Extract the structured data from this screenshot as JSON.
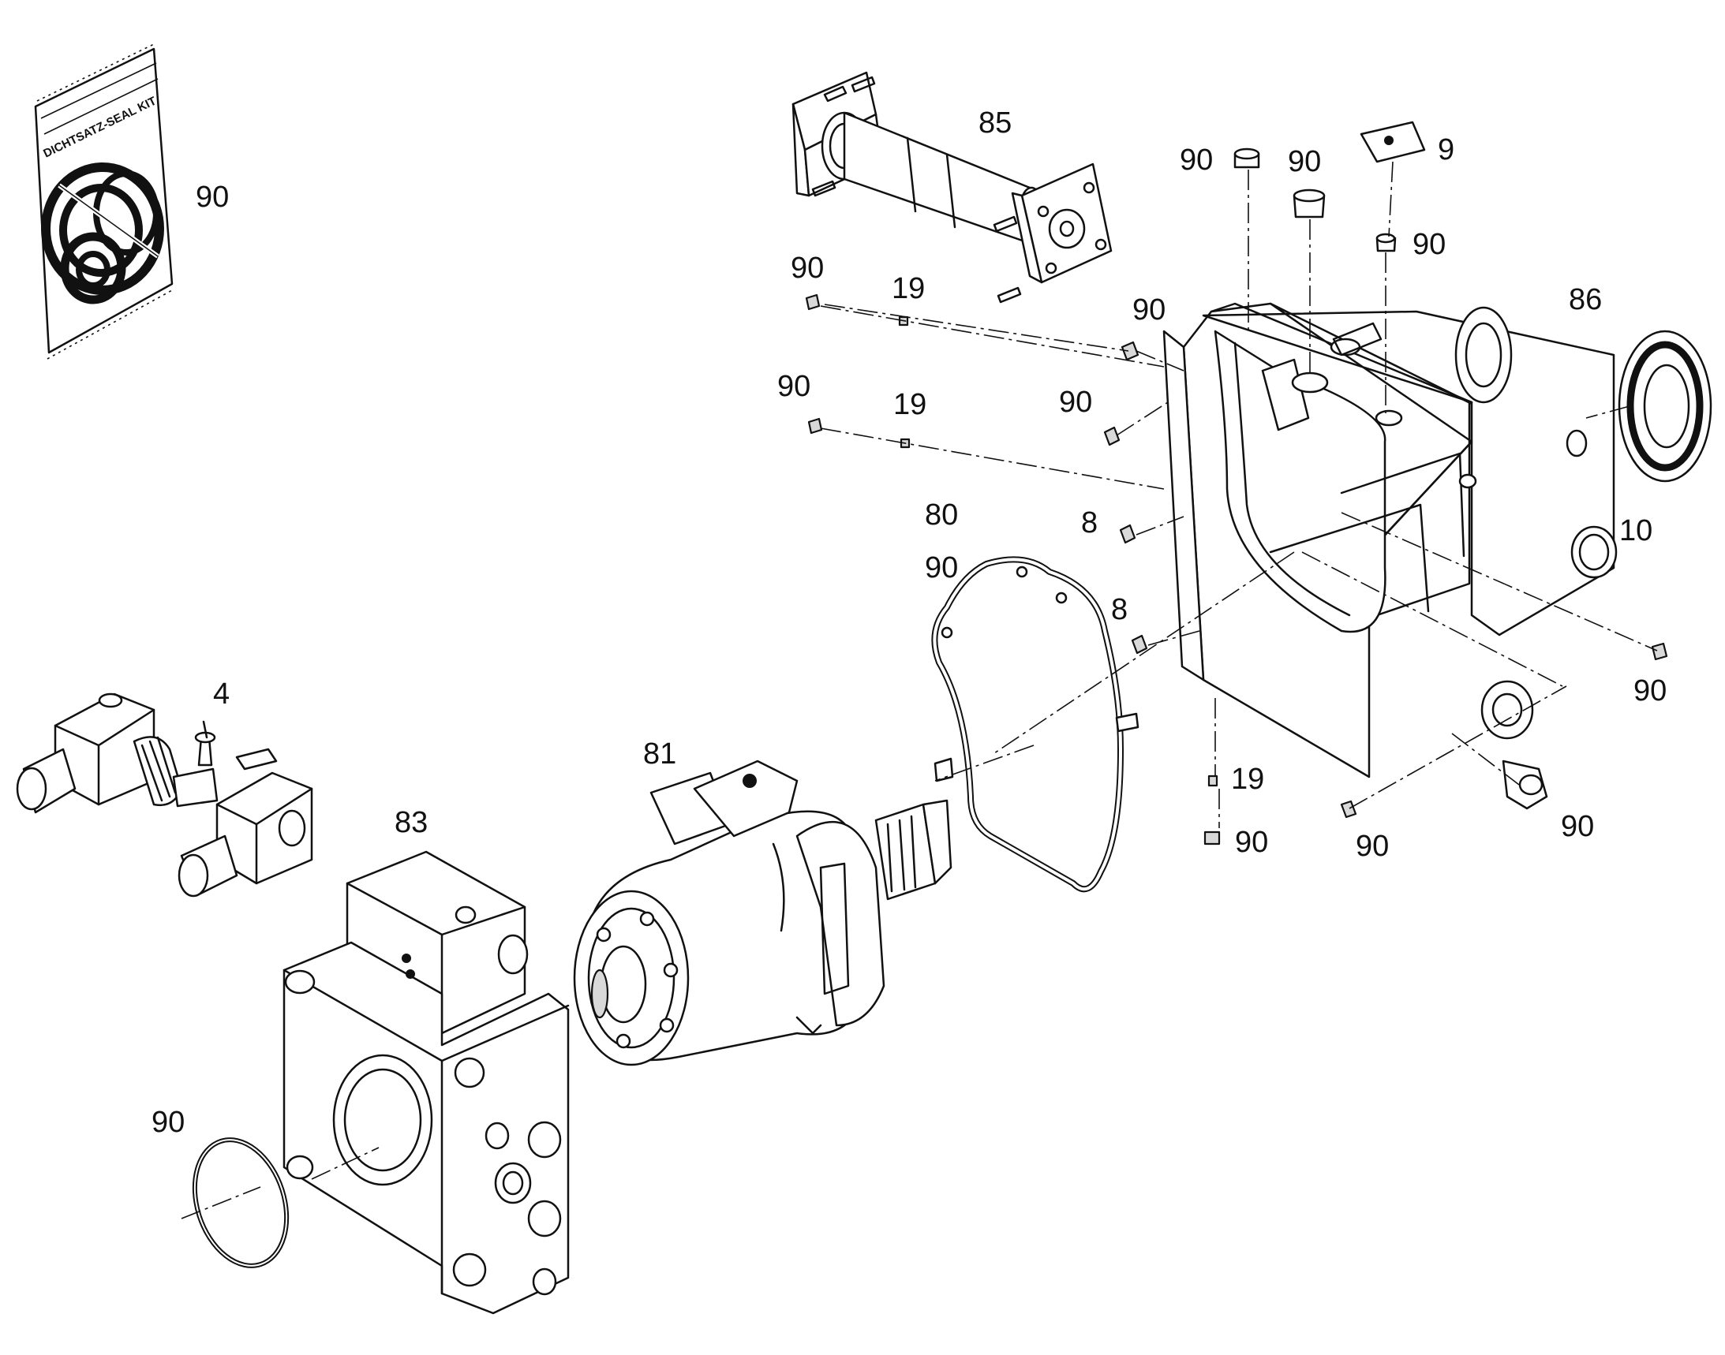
{
  "seal_kit": {
    "text": "DICHTSATZ-SEAL KIT"
  },
  "callouts": [
    {
      "id": "c-90-sealkit",
      "text": "90"
    },
    {
      "id": "c-85",
      "text": "85"
    },
    {
      "id": "c-90-top1",
      "text": "90"
    },
    {
      "id": "c-90-top2",
      "text": "90"
    },
    {
      "id": "c-9",
      "text": "9"
    },
    {
      "id": "c-90-top3",
      "text": "90"
    },
    {
      "id": "c-90-a",
      "text": "90"
    },
    {
      "id": "c-19-a",
      "text": "19"
    },
    {
      "id": "c-90-b",
      "text": "90"
    },
    {
      "id": "c-86",
      "text": "86"
    },
    {
      "id": "c-90-c",
      "text": "90"
    },
    {
      "id": "c-19-b",
      "text": "19"
    },
    {
      "id": "c-90-d",
      "text": "90"
    },
    {
      "id": "c-80",
      "text": "80"
    },
    {
      "id": "c-8-a",
      "text": "8"
    },
    {
      "id": "c-10",
      "text": "10"
    },
    {
      "id": "c-90-e",
      "text": "90"
    },
    {
      "id": "c-8-b",
      "text": "8"
    },
    {
      "id": "c-90-f",
      "text": "90"
    },
    {
      "id": "c-4",
      "text": "4"
    },
    {
      "id": "c-81",
      "text": "81"
    },
    {
      "id": "c-19-c",
      "text": "19"
    },
    {
      "id": "c-83",
      "text": "83"
    },
    {
      "id": "c-90-g",
      "text": "90"
    },
    {
      "id": "c-90-h",
      "text": "90"
    },
    {
      "id": "c-90-i",
      "text": "90"
    },
    {
      "id": "c-90-j",
      "text": "90"
    }
  ]
}
